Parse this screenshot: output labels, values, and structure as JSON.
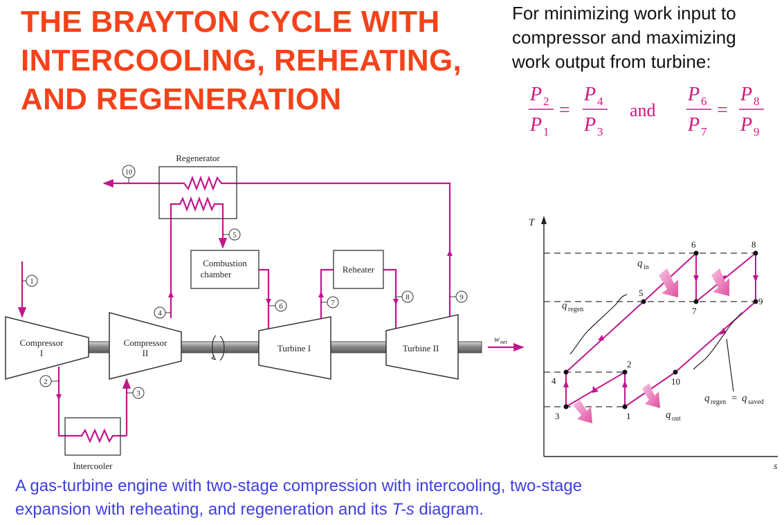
{
  "title": {
    "line1": "THE BRAYTON CYCLE WITH",
    "line2": "INTERCOOLING, REHEATING,",
    "line3": "AND REGENERATION"
  },
  "note": {
    "line1": "For minimizing work input to",
    "line2": "compressor and maximizing",
    "line3": "work output from turbine:"
  },
  "equation": {
    "p2": "P",
    "s2": "2",
    "p1": "P",
    "s1": "1",
    "p4": "P",
    "s4": "4",
    "p3": "P",
    "s3": "3",
    "and": "and",
    "p6": "P",
    "s6": "6",
    "p7": "P",
    "s7": "7",
    "p8": "P",
    "s8": "8",
    "p9": "P",
    "s9": "9",
    "eq": "="
  },
  "schematic": {
    "regenerator": "Regenerator",
    "combustion_1": "Combustion",
    "combustion_2": "chamber",
    "reheater": "Reheater",
    "intercooler": "Intercooler",
    "compressor1_a": "Compressor",
    "compressor1_b": "I",
    "compressor2_a": "Compressor",
    "compressor2_b": "II",
    "turbine1": "Turbine I",
    "turbine2": "Turbine II",
    "wnet_w": "w",
    "wnet_sub": "net",
    "states": [
      "1",
      "2",
      "3",
      "4",
      "5",
      "6",
      "7",
      "8",
      "9",
      "10"
    ]
  },
  "ts_diagram": {
    "t_axis": "T",
    "s_axis": "s",
    "points": [
      "1",
      "2",
      "3",
      "4",
      "5",
      "6",
      "7",
      "8",
      "9",
      "10"
    ],
    "q_in": "q",
    "q_in_sub": "in",
    "q_out": "q",
    "q_out_sub": "out",
    "q_regen": "q",
    "q_regen_sub": "regen",
    "q_regen2": "q",
    "q_regen2_sub": "regen",
    "equals": "=",
    "q_saved": "q",
    "q_saved_sub": "saved"
  },
  "caption": {
    "part1": "A gas-turbine engine with two-stage compression with intercooling, two-stage",
    "part2": "expansion with reheating, and regeneration and its ",
    "italic": "T-s",
    "part3": " diagram."
  },
  "colors": {
    "title": "#f4421a",
    "flow": "#c0168c",
    "caption": "#3f3fe0"
  }
}
